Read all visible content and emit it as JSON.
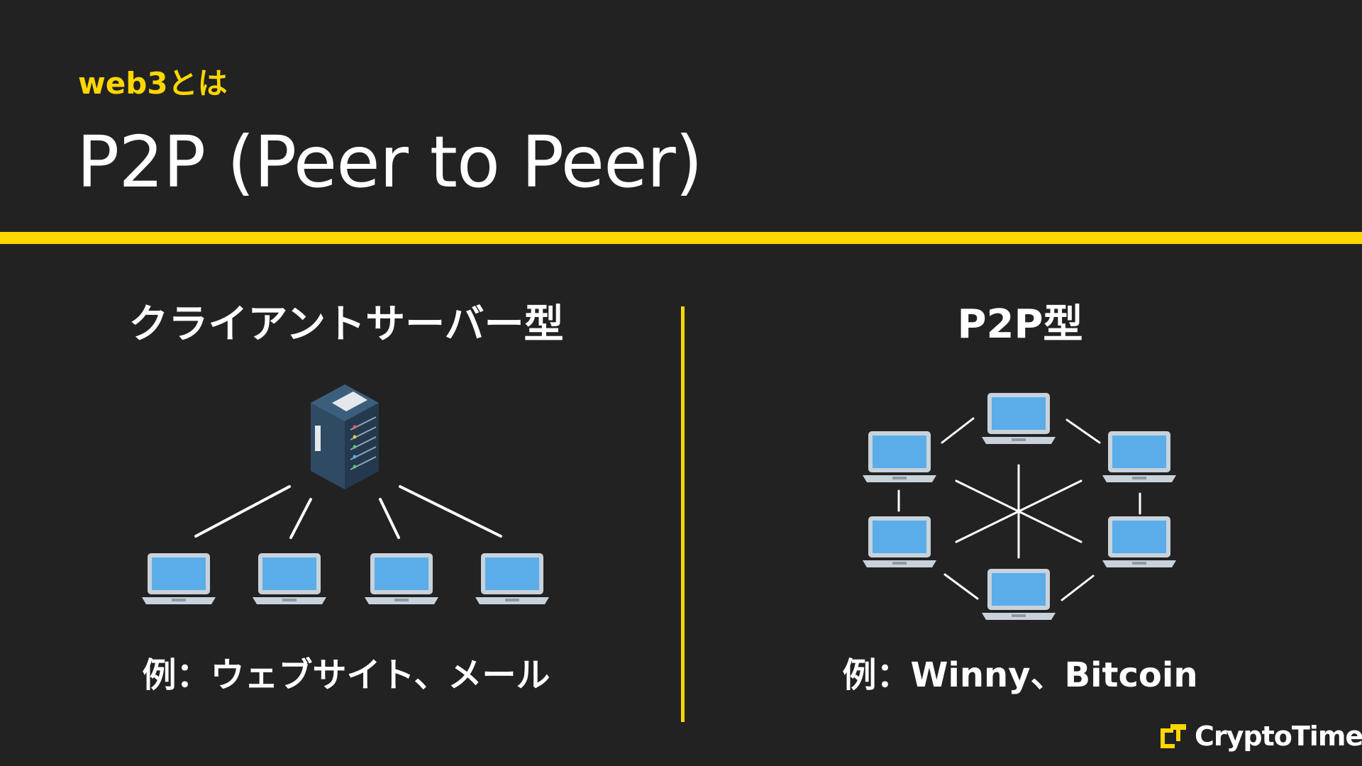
{
  "header": {
    "kicker": "web3とは",
    "title": "P2P (Peer to Peer)"
  },
  "left": {
    "heading": "クライアントサーバー型",
    "example": "例：ウェブサイト、メール",
    "server_icon": "server-rack-icon",
    "client_icon": "laptop-icon",
    "client_count": 4
  },
  "right": {
    "heading": "P2P型",
    "example": "例：Winny、Bitcoin",
    "peer_icon": "laptop-icon",
    "peer_count": 6
  },
  "brand": {
    "name": "CryptoTimes",
    "logo_icon": "cryptotimes-logo-icon"
  },
  "colors": {
    "accent": "#FFD700",
    "background": "#222222",
    "text": "#FFFFFF",
    "laptop_screen": "#5AADE9",
    "laptop_body": "#C9D2DA",
    "server_body": "#2F4A63"
  }
}
